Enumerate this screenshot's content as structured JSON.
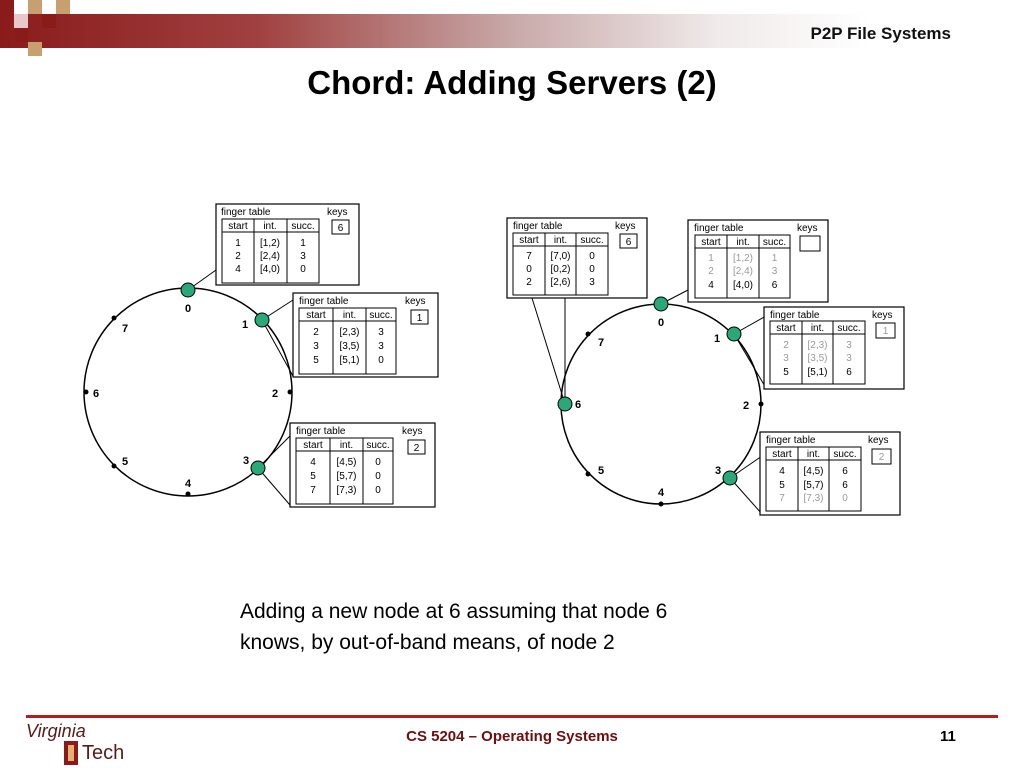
{
  "header": {
    "section_title": "P2P File Systems"
  },
  "slide": {
    "title": "Chord: Adding Servers (2)",
    "caption_line1": "Adding a new node at 6 assuming that node 6",
    "caption_line2": "knows, by out-of-band means, of node 2"
  },
  "footer": {
    "course": "CS 5204 – Operating Systems",
    "page": "11",
    "logo_text": "Virginia Tech"
  },
  "labels": {
    "finger_table": "finger table",
    "keys": "keys",
    "start": "start",
    "int": "int.",
    "succ": "succ."
  },
  "colors": {
    "node_fill": "#2aa87a",
    "accent": "#8b1a1a",
    "faded": "#9a9a9a"
  },
  "left_diagram": {
    "ring_labels": [
      "0",
      "1",
      "2",
      "3",
      "4",
      "5",
      "6",
      "7"
    ],
    "tables": [
      {
        "node": "0",
        "keys": "6",
        "rows": [
          [
            "1",
            "[1,2)",
            "1"
          ],
          [
            "2",
            "[2,4)",
            "3"
          ],
          [
            "4",
            "[4,0)",
            "0"
          ]
        ]
      },
      {
        "node": "1",
        "keys": "1",
        "rows": [
          [
            "2",
            "[2,3)",
            "3"
          ],
          [
            "3",
            "[3,5)",
            "3"
          ],
          [
            "5",
            "[5,1)",
            "0"
          ]
        ]
      },
      {
        "node": "3",
        "keys": "2",
        "rows": [
          [
            "4",
            "[4,5)",
            "0"
          ],
          [
            "5",
            "[5,7)",
            "0"
          ],
          [
            "7",
            "[7,3)",
            "0"
          ]
        ]
      }
    ]
  },
  "right_diagram": {
    "ring_labels": [
      "0",
      "1",
      "2",
      "3",
      "4",
      "5",
      "6",
      "7"
    ],
    "tables": [
      {
        "node": "6",
        "keys": "6",
        "rows": [
          [
            "7",
            "[7,0)",
            "0"
          ],
          [
            "0",
            "[0,2)",
            "0"
          ],
          [
            "2",
            "[2,6)",
            "3"
          ]
        ]
      },
      {
        "node": "0",
        "keys": "",
        "rows": [
          [
            "1",
            "[1,2)",
            "1"
          ],
          [
            "2",
            "[2,4)",
            "3"
          ],
          [
            "4",
            "[4,0)",
            "6"
          ]
        ]
      },
      {
        "node": "1",
        "keys": "1",
        "rows": [
          [
            "2",
            "[2,3)",
            "3"
          ],
          [
            "3",
            "[3,5)",
            "3"
          ],
          [
            "5",
            "[5,1)",
            "6"
          ]
        ]
      },
      {
        "node": "3",
        "keys": "2",
        "rows": [
          [
            "4",
            "[4,5)",
            "6"
          ],
          [
            "5",
            "[5,7)",
            "6"
          ],
          [
            "7",
            "[7,3)",
            "0"
          ]
        ]
      }
    ]
  }
}
